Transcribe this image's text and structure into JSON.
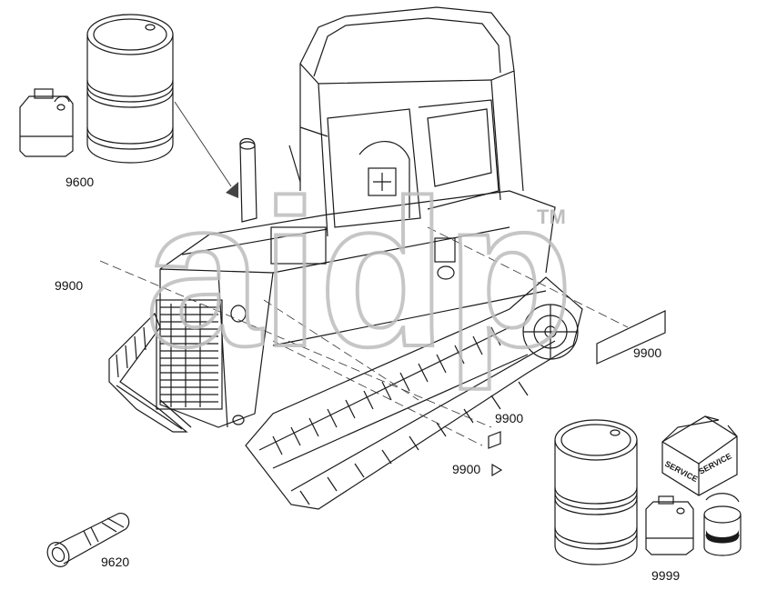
{
  "labels": {
    "oil_can_set": "9600",
    "decal_left": "9900",
    "decal_right": "9900",
    "decal_small": "9900",
    "decal_arrow": "9900",
    "tube": "9620",
    "service_kit": "9999"
  },
  "watermark": {
    "text": "aidp",
    "mark": "TM"
  },
  "packaging": {
    "box_text": "SERVICE"
  },
  "colors": {
    "line": "#1a1a1a",
    "watermark": "#bdbdbd",
    "arrow": "#555555"
  }
}
